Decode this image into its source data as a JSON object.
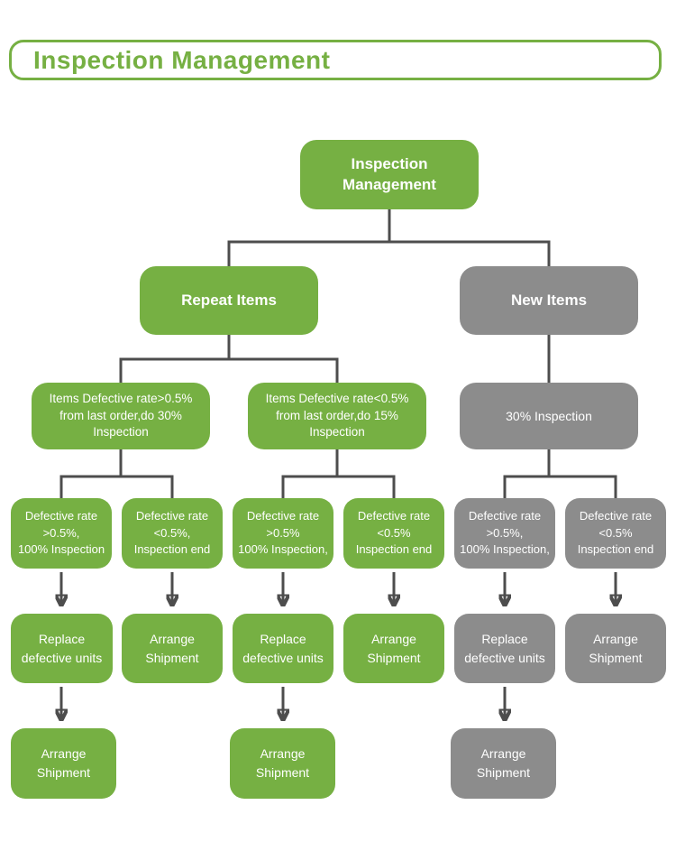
{
  "header": {
    "title": "Inspection Management"
  },
  "colors": {
    "green": "#76b043",
    "gray": "#8c8c8c",
    "line": "#4d4d4d",
    "text_on_node": "#ffffff",
    "background": "#ffffff"
  },
  "flowchart": {
    "nodes": [
      {
        "id": "inspection-management",
        "label": "Inspection\nManagement",
        "variant": "green"
      },
      {
        "id": "repeat-items",
        "label": "Repeat Items",
        "variant": "green"
      },
      {
        "id": "new-items",
        "label": "New Items",
        "variant": "gray"
      },
      {
        "id": "repeat-high-rate",
        "label": "Items Defective rate>0.5%\nfrom last order,do 30%\nInspection",
        "variant": "green"
      },
      {
        "id": "repeat-low-rate",
        "label": "Items Defective rate<0.5%\nfrom last order,do 15%\nInspection",
        "variant": "green"
      },
      {
        "id": "new-30-inspection",
        "label": "30% Inspection",
        "variant": "gray"
      },
      {
        "id": "rh-defect-high",
        "label": "Defective rate\n>0.5%,\n100% Inspection",
        "variant": "green"
      },
      {
        "id": "rh-defect-low",
        "label": "Defective rate\n<0.5%,\nInspection end",
        "variant": "green"
      },
      {
        "id": "rl-defect-high",
        "label": "Defective rate\n>0.5%\n100% Inspection,",
        "variant": "green"
      },
      {
        "id": "rl-defect-low",
        "label": "Defective rate\n<0.5%\nInspection end",
        "variant": "green"
      },
      {
        "id": "n-defect-high",
        "label": "Defective rate\n>0.5%,\n100% Inspection,",
        "variant": "gray"
      },
      {
        "id": "n-defect-low",
        "label": "Defective rate\n<0.5%\nInspection end",
        "variant": "gray"
      },
      {
        "id": "rh-replace",
        "label": "Replace\ndefective units",
        "variant": "green"
      },
      {
        "id": "rh-arrange",
        "label": "Arrange\nShipment",
        "variant": "green"
      },
      {
        "id": "rl-replace",
        "label": "Replace\ndefective units",
        "variant": "green"
      },
      {
        "id": "rl-arrange",
        "label": "Arrange\nShipment",
        "variant": "green"
      },
      {
        "id": "n-replace",
        "label": "Replace\ndefective units",
        "variant": "gray"
      },
      {
        "id": "n-arrange",
        "label": "Arrange\nShipment",
        "variant": "gray"
      },
      {
        "id": "rh-arrange-final",
        "label": "Arrange\nShipment",
        "variant": "green"
      },
      {
        "id": "rl-arrange-final",
        "label": "Arrange\nShipment",
        "variant": "green"
      },
      {
        "id": "n-arrange-final",
        "label": "Arrange\nShipment",
        "variant": "gray"
      }
    ],
    "edges": [
      {
        "from": "inspection-management",
        "to": "repeat-items",
        "type": "line"
      },
      {
        "from": "inspection-management",
        "to": "new-items",
        "type": "line"
      },
      {
        "from": "repeat-items",
        "to": "repeat-high-rate",
        "type": "line"
      },
      {
        "from": "repeat-items",
        "to": "repeat-low-rate",
        "type": "line"
      },
      {
        "from": "new-items",
        "to": "new-30-inspection",
        "type": "line"
      },
      {
        "from": "repeat-high-rate",
        "to": "rh-defect-high",
        "type": "line"
      },
      {
        "from": "repeat-high-rate",
        "to": "rh-defect-low",
        "type": "line"
      },
      {
        "from": "repeat-low-rate",
        "to": "rl-defect-high",
        "type": "line"
      },
      {
        "from": "repeat-low-rate",
        "to": "rl-defect-low",
        "type": "line"
      },
      {
        "from": "new-30-inspection",
        "to": "n-defect-high",
        "type": "line"
      },
      {
        "from": "new-30-inspection",
        "to": "n-defect-low",
        "type": "line"
      },
      {
        "from": "rh-defect-high",
        "to": "rh-replace",
        "type": "arrow"
      },
      {
        "from": "rh-defect-low",
        "to": "rh-arrange",
        "type": "arrow"
      },
      {
        "from": "rl-defect-high",
        "to": "rl-replace",
        "type": "arrow"
      },
      {
        "from": "rl-defect-low",
        "to": "rl-arrange",
        "type": "arrow"
      },
      {
        "from": "n-defect-high",
        "to": "n-replace",
        "type": "arrow"
      },
      {
        "from": "n-defect-low",
        "to": "n-arrange",
        "type": "arrow"
      },
      {
        "from": "rh-replace",
        "to": "rh-arrange-final",
        "type": "arrow"
      },
      {
        "from": "rl-replace",
        "to": "rl-arrange-final",
        "type": "arrow"
      },
      {
        "from": "n-replace",
        "to": "n-arrange-final",
        "type": "arrow"
      }
    ]
  }
}
